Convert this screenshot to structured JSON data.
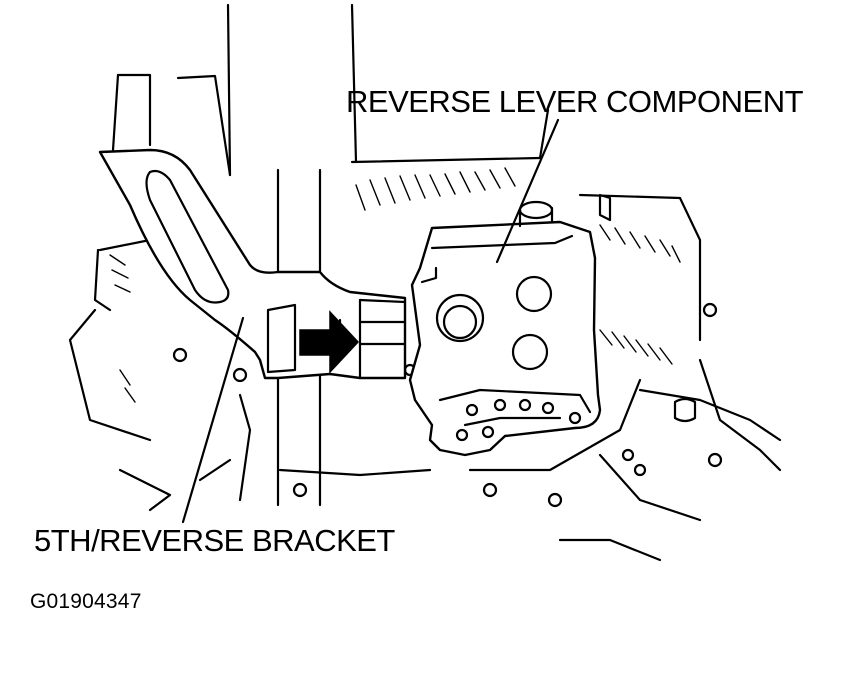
{
  "labels": {
    "reverse_lever_component": "REVERSE LEVER COMPONENT",
    "fifth_reverse_bracket": "5TH/REVERSE BRACKET",
    "figure_code": "G01904347"
  },
  "colors": {
    "ink": "#000000",
    "background": "#ffffff"
  },
  "arrow": {
    "icon": "right-arrow-icon",
    "direction": "right"
  }
}
